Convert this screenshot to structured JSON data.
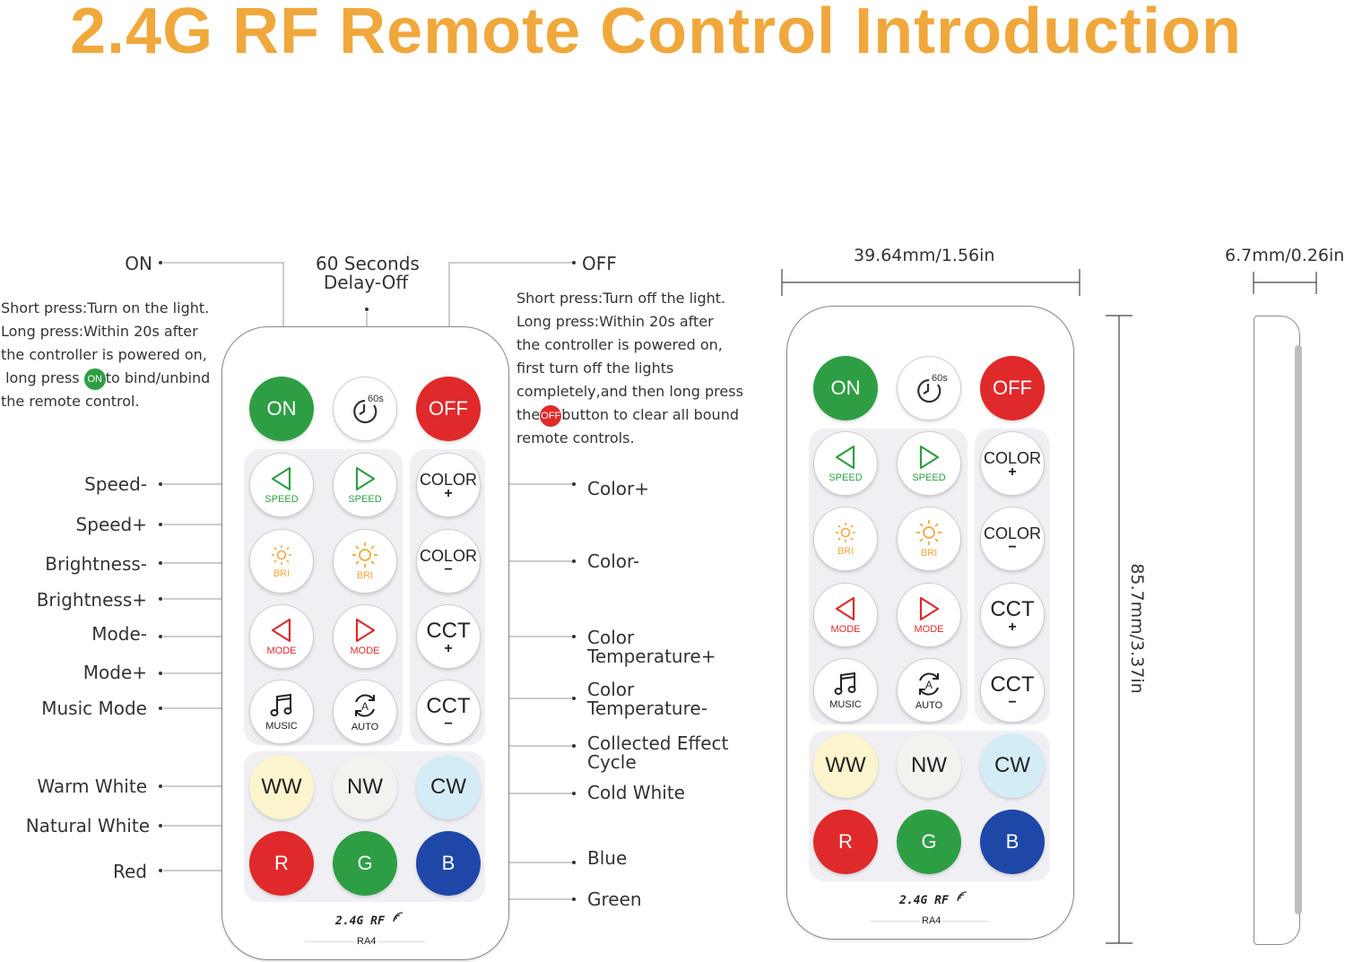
{
  "title": "2.4G RF Remote Control Introduction",
  "labels": {
    "on": "ON",
    "delay_off_line1": "60 Seconds",
    "delay_off_line2": "Delay-Off",
    "off": "OFF",
    "speed_minus": "Speed-",
    "speed_plus": "Speed+",
    "brightness_minus": "Brightness-",
    "brightness_plus": "Brightness+",
    "mode_minus": "Mode-",
    "mode_plus": "Mode+",
    "music_mode": "Music Mode",
    "warm_white": "Warm White",
    "natural_white": "Natural White",
    "red": "Red",
    "color_plus": "Color+",
    "color_minus": "Color-",
    "color_temp_plus_line1": "Color",
    "color_temp_plus_line2": "Temperature+",
    "color_temp_minus_line1": "Color",
    "color_temp_minus_line2": "Temperature-",
    "collected_line1": "Collected Effect",
    "collected_line2": "Cycle",
    "cold_white": "Cold White",
    "blue": "Blue",
    "green": "Green"
  },
  "on_description": {
    "line1": "Short press:Turn on the light.",
    "line2": "Long press:Within 20s after",
    "line3": "the controller is powered on,",
    "line4_before": "long press",
    "line4_after": "to bind/unbind",
    "line5": "the remote control."
  },
  "off_description": {
    "line1": "Short press:Turn off the light.",
    "line2": "Long press:Within 20s after",
    "line3": "the controller is powered on,",
    "line4": "first turn off the lights",
    "line5": "completely,and then long press",
    "line6_before": "the",
    "line6_after": "button to clear all bound",
    "line7": "remote controls."
  },
  "buttons": {
    "on": "ON",
    "off": "OFF",
    "timer": "60s",
    "speed": "SPEED",
    "bri": "BRI",
    "mode": "MODE",
    "music": "MUSIC",
    "auto": "AUTO",
    "auto_letter": "A",
    "color": "COLOR",
    "cct": "CCT",
    "plus": "+",
    "minus": "−",
    "ww": "WW",
    "nw": "NW",
    "cw": "CW",
    "r": "R",
    "g": "G",
    "b": "B"
  },
  "brand": "2.4G RF",
  "model": "RA4",
  "dimensions": {
    "width": "39.64mm/1.56in",
    "height": "85.7mm/3.37in",
    "thickness": "6.7mm/0.26in"
  },
  "colors": {
    "title": "#f0a83c",
    "on": "#2e9e44",
    "off": "#e0292b",
    "red": "#e0292b",
    "green": "#2e9e44",
    "blue": "#1e47a8",
    "speed": "#2e9e44",
    "bri": "#f0a83c",
    "mode": "#e0292b",
    "ww": "#fbf4cc",
    "nw": "#f2f2ee",
    "cw": "#d4ecf5"
  }
}
